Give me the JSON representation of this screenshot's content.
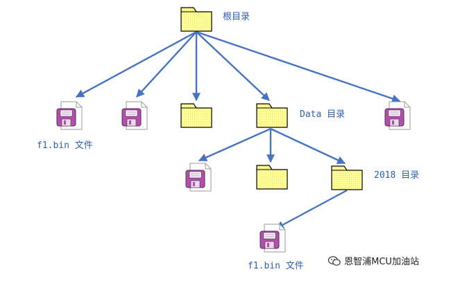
{
  "labels": {
    "root": "根目录",
    "data": "Data 目录",
    "y2018": "2018 目录",
    "file1": "f1.bin 文件",
    "file2": "f1.bin 文件"
  },
  "watermark": {
    "text": "恩智浦MCU加油站",
    "icon": "wechat-icon"
  },
  "colors": {
    "arrow": "#4472c4",
    "label": "#2e5fb3",
    "folder_fill": "#ffff99",
    "folder_stroke": "#000000",
    "disk_fill": "#b050a8",
    "page_fill": "#ffffff"
  },
  "icons": {
    "folder": "folder-icon",
    "file": "file-icon"
  }
}
